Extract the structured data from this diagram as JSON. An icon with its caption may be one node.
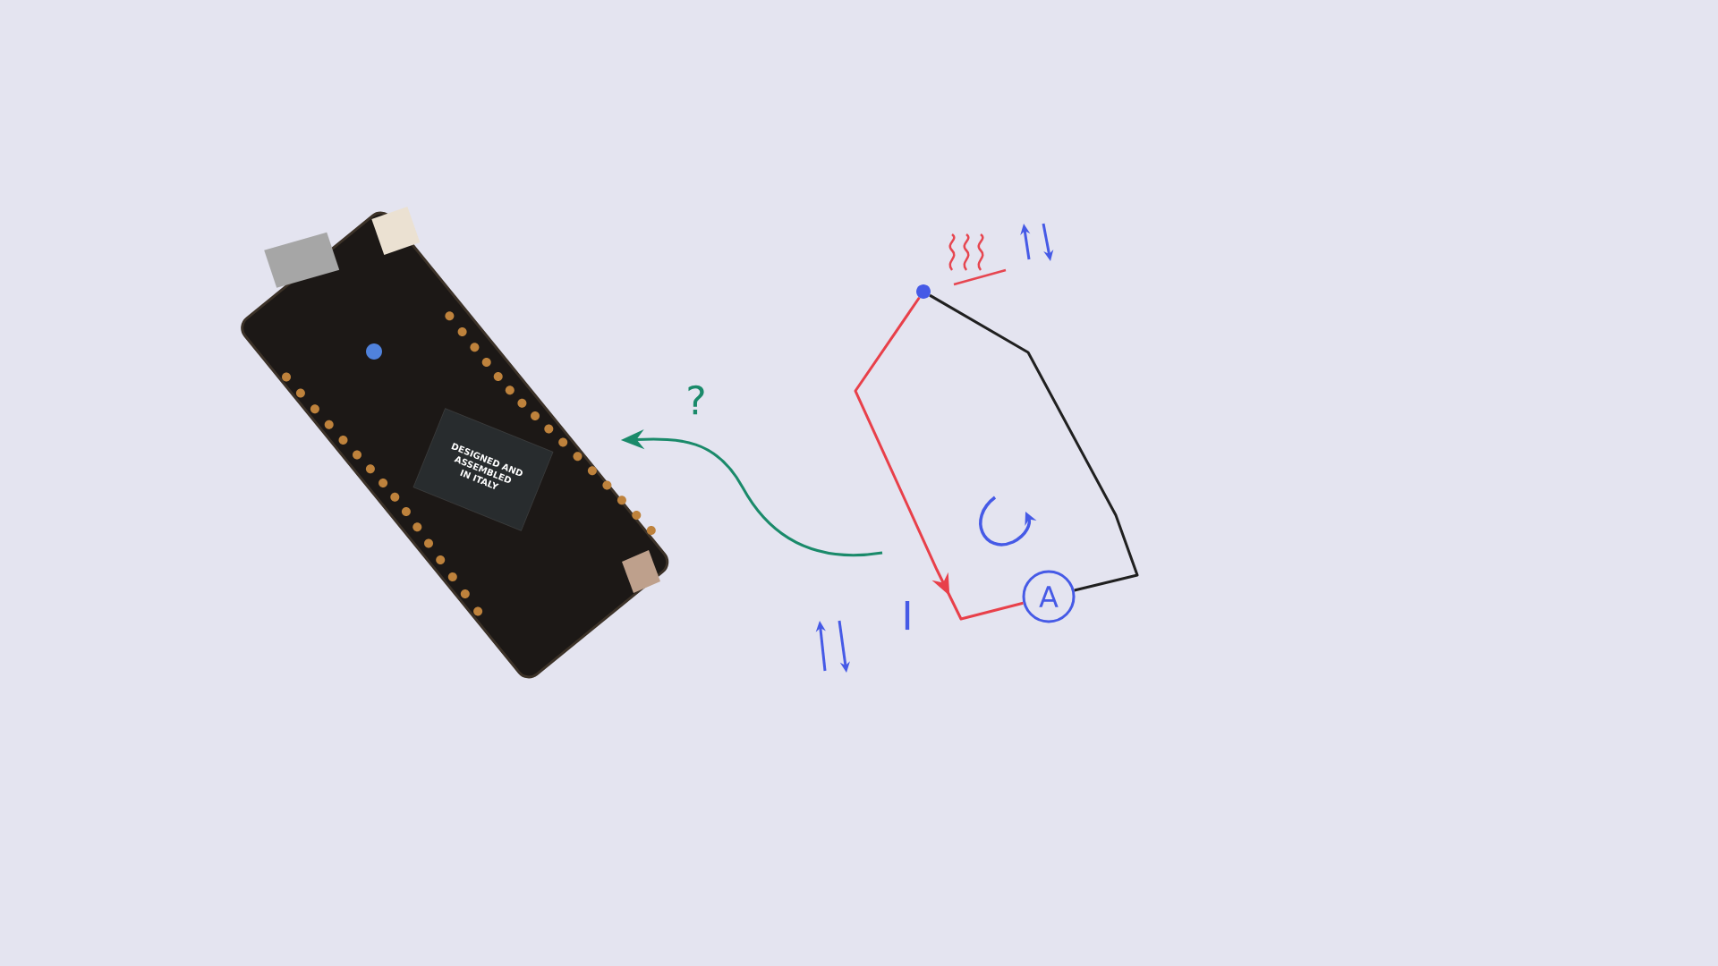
{
  "diagram": {
    "nodes": [
      {
        "text": [],
        "shape": "picture"
      },
      {
        "text": [],
        "shape": "circle"
      },
      {
        "text": [
          "A"
        ]
      }
    ],
    "edges": [
      {
        "from": null,
        "to": 0,
        "arrow": "to",
        "label": "?",
        "color": "#1a8a6a"
      },
      {
        "from": 1,
        "to": 2,
        "arrow": "to",
        "label": "I",
        "color": "#e8404a"
      },
      {
        "from": 2,
        "to": 1,
        "arrow": "none",
        "color": "#202020"
      }
    ],
    "labels": [
      "DESIGNED AND ASSEMBLED IN ITALY"
    ]
  }
}
